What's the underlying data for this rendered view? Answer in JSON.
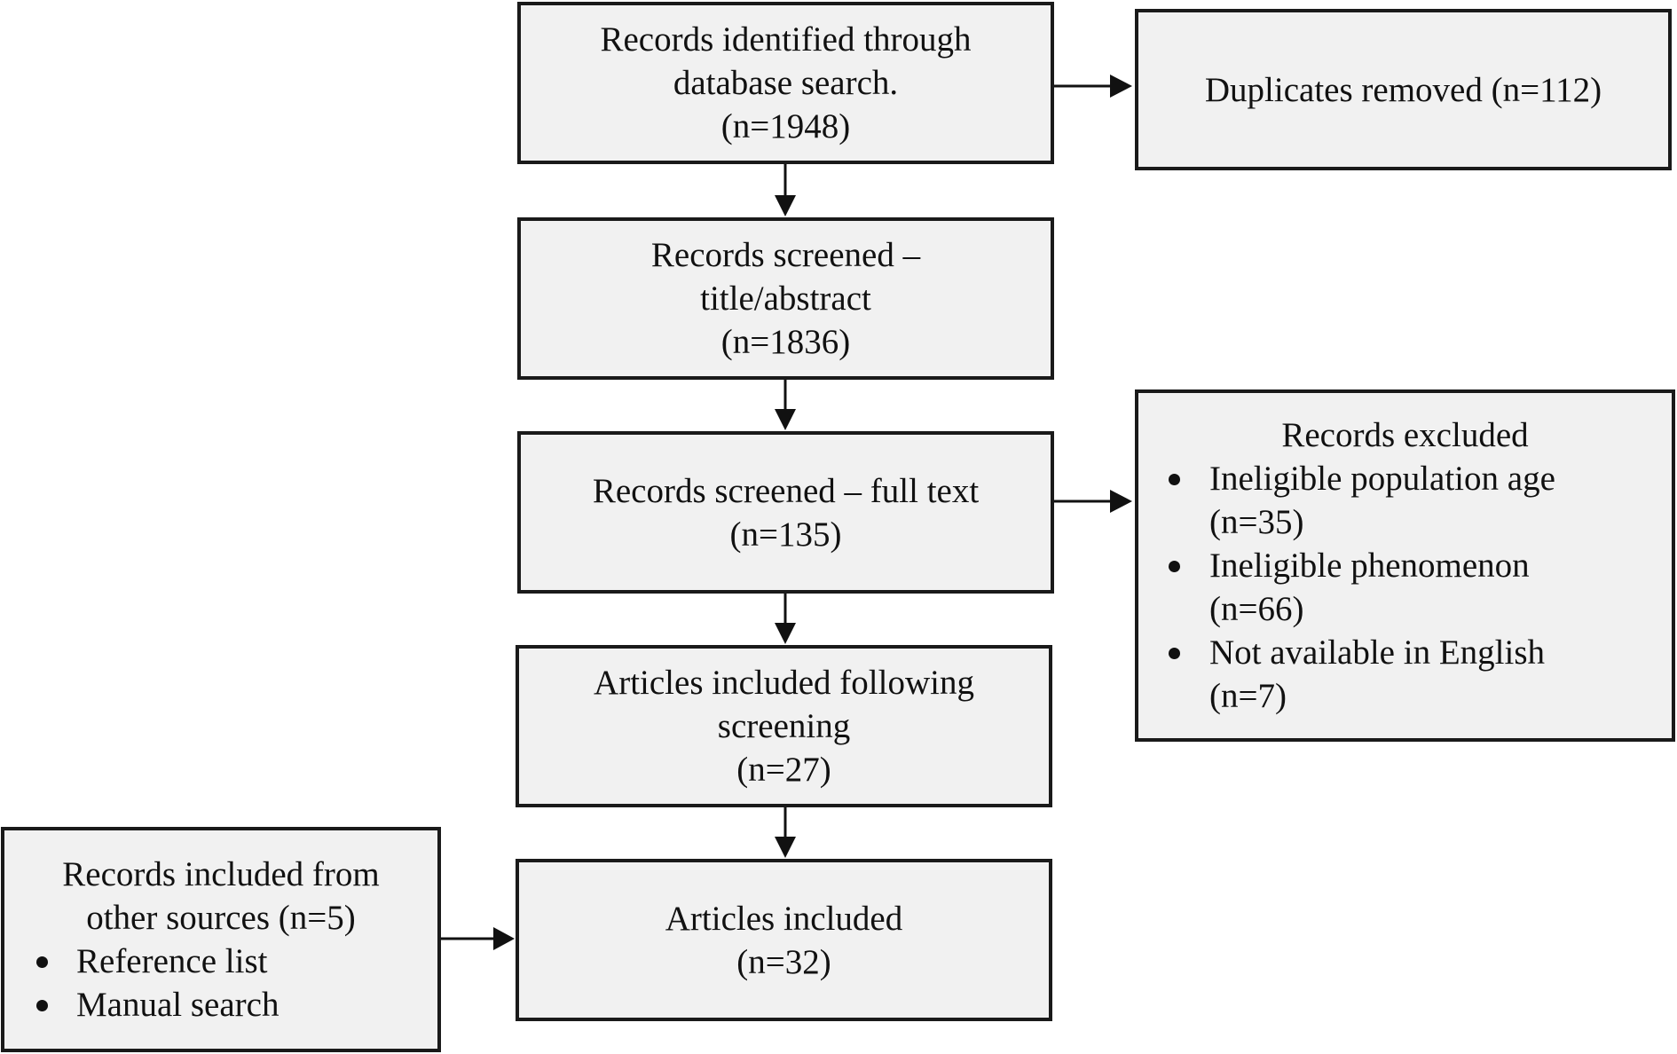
{
  "boxes": {
    "identified": {
      "lines": [
        "Records identified through",
        "database search.",
        "(n=1948)"
      ]
    },
    "duplicates": {
      "lines": [
        "Duplicates removed (n=112)"
      ]
    },
    "screened_title": {
      "lines": [
        "Records screened –",
        "title/abstract",
        "(n=1836)"
      ]
    },
    "screened_full": {
      "lines": [
        "Records screened – full text",
        "(n=135)"
      ]
    },
    "excluded": {
      "title": "Records excluded",
      "items": [
        {
          "label": "Ineligible population age",
          "count": "(n=35)"
        },
        {
          "label": "Ineligible phenomenon",
          "count": "(n=66)"
        },
        {
          "label": "Not available in English",
          "count": "(n=7)"
        }
      ]
    },
    "included_screening": {
      "lines": [
        "Articles included following",
        "screening",
        "(n=27)"
      ]
    },
    "other_sources": {
      "lines": [
        "Records included from",
        "other sources (n=5)"
      ],
      "items": [
        "Reference list",
        "Manual search"
      ]
    },
    "articles_included": {
      "lines": [
        "Articles included",
        "(n=32)"
      ]
    }
  }
}
